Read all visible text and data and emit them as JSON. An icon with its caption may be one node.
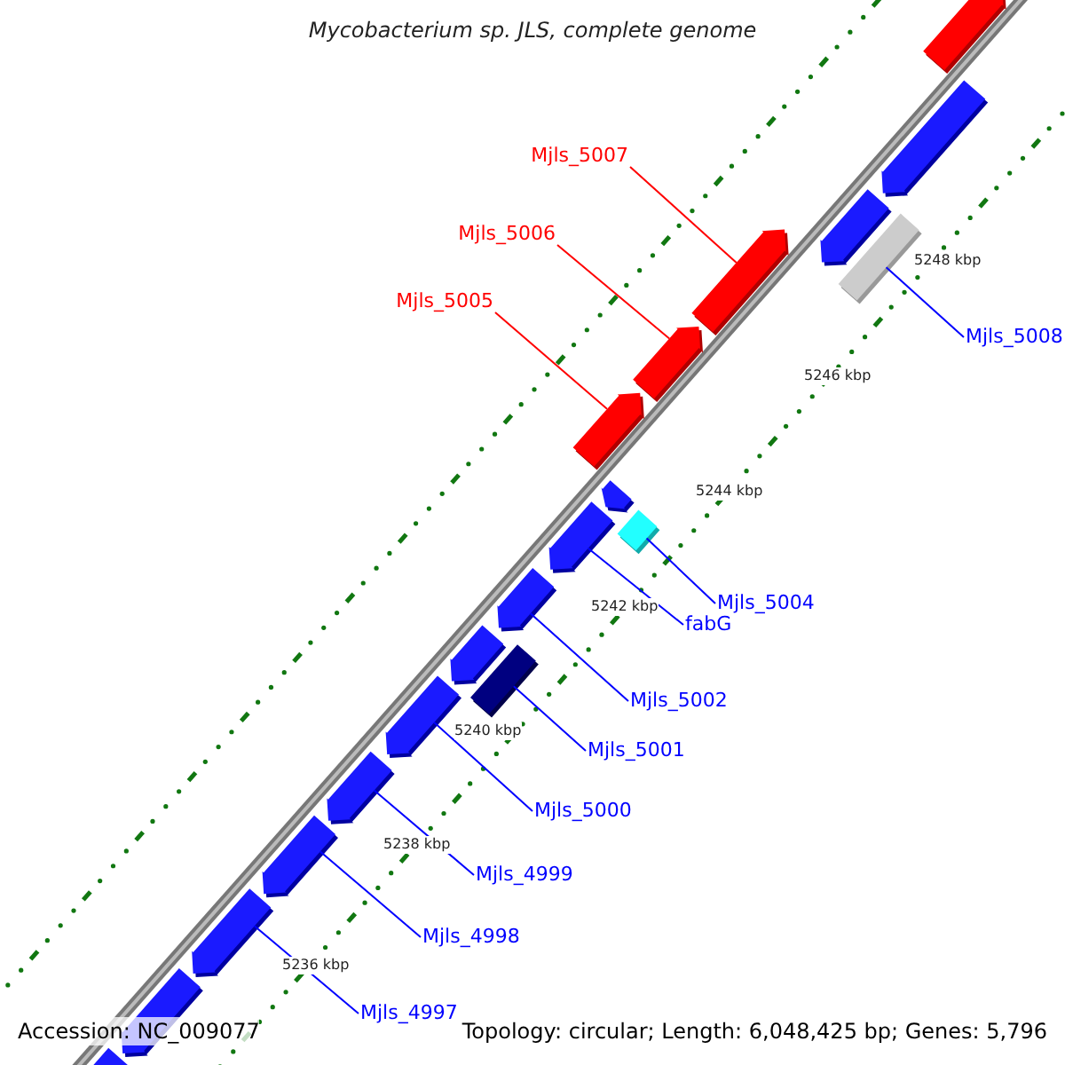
{
  "diagram": {
    "title": "Mycobacterium sp. JLS, complete genome",
    "nodes": [
      {
        "text": [],
        "shape": "arrow"
      },
      {
        "text": [],
        "shape": "arrow"
      },
      {
        "text": [],
        "shape": "arrow"
      },
      {
        "text": [],
        "shape": "box"
      },
      {
        "text": [],
        "shape": "arrow"
      },
      {
        "text": [],
        "shape": "arrow"
      },
      {
        "text": [],
        "shape": "arrow"
      },
      {
        "text": [],
        "shape": "arrow"
      },
      {
        "text": [],
        "shape": "box"
      },
      {
        "text": [],
        "shape": "arrow"
      },
      {
        "text": [],
        "shape": "arrow"
      },
      {
        "text": [],
        "shape": "box"
      },
      {
        "text": [],
        "shape": "arrow"
      },
      {
        "text": [],
        "shape": "arrow"
      },
      {
        "text": [],
        "shape": "arrow"
      },
      {
        "text": [],
        "shape": "arrow"
      },
      {
        "text": [],
        "shape": "arrow"
      },
      {
        "text": [],
        "shape": "arrow"
      },
      {
        "text": [],
        "shape": "arrow"
      },
      {
        "text": [
          "Mjls_5007"
        ]
      },
      {
        "text": [
          "Mjls_5006"
        ]
      },
      {
        "text": [
          "Mjls_5005"
        ]
      },
      {
        "text": [
          "Mjls_5008"
        ]
      },
      {
        "text": [
          "Mjls_5004"
        ]
      },
      {
        "text": [
          "fabG"
        ]
      },
      {
        "text": [
          "Mjls_5002"
        ]
      },
      {
        "text": [
          "Mjls_5001"
        ]
      },
      {
        "text": [
          "Mjls_5000"
        ]
      },
      {
        "text": [
          "Mjls_4999"
        ]
      },
      {
        "text": [
          "Mjls_4998"
        ]
      },
      {
        "text": [
          "Mjls_4997"
        ]
      }
    ],
    "edges": [
      {
        "from": 19,
        "to": 4,
        "arrow": "none",
        "color": "#ff0000"
      },
      {
        "from": 20,
        "to": 5,
        "arrow": "none",
        "color": "#ff0000"
      },
      {
        "from": 21,
        "to": 6,
        "arrow": "none",
        "color": "#ff0000"
      },
      {
        "from": 22,
        "to": 3,
        "arrow": "none"
      },
      {
        "from": 23,
        "to": 8,
        "arrow": "none"
      },
      {
        "from": 24,
        "to": 9,
        "arrow": "none"
      },
      {
        "from": 25,
        "to": 10,
        "arrow": "none"
      },
      {
        "from": 26,
        "to": 11,
        "arrow": "none"
      },
      {
        "from": 27,
        "to": 13,
        "arrow": "none"
      },
      {
        "from": 28,
        "to": 14,
        "arrow": "none"
      },
      {
        "from": 29,
        "to": 15,
        "arrow": "none"
      },
      {
        "from": 30,
        "to": 16,
        "arrow": "none"
      }
    ],
    "labels": [
      "5248 kbp",
      "5246 kbp",
      "5244 kbp",
      "5242 kbp",
      "5240 kbp",
      "5238 kbp",
      "5236 kbp",
      "Accession: NC_009077",
      "Topology: circular; Length: 6,048,425 bp; Genes: 5,796"
    ]
  }
}
